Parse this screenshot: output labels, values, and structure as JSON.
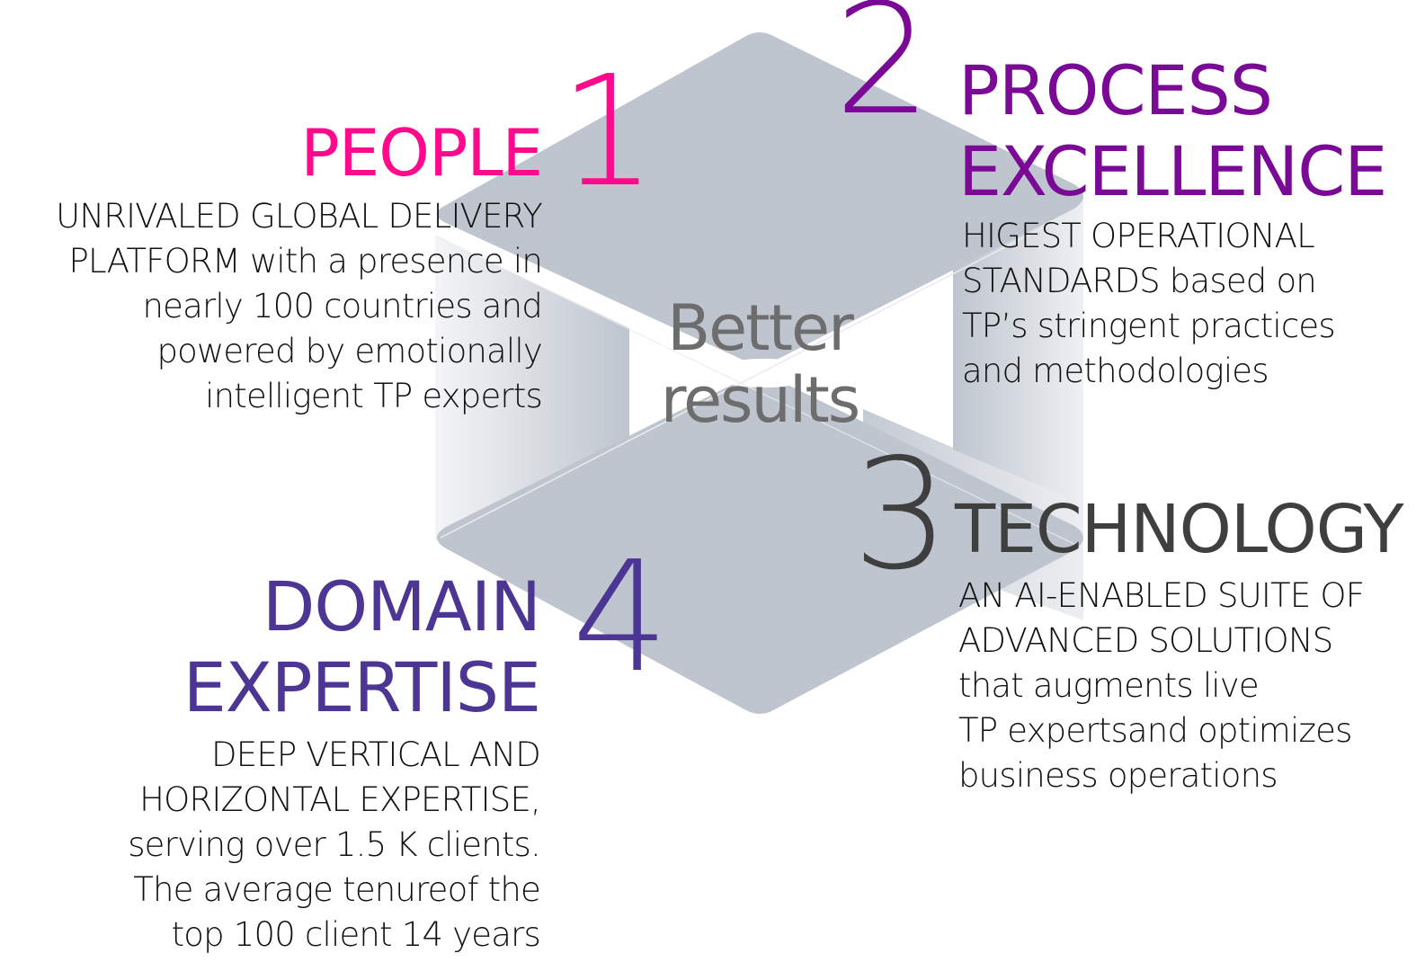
{
  "diagram": {
    "center_label": [
      "Better",
      "results"
    ],
    "colors": {
      "people": "#ff0a8c",
      "process": "#7a0a96",
      "technology": "#3f3f3f",
      "domain": "#4d3594",
      "body_text": "#111111",
      "center_text": "#6d6d6d",
      "shape_fill": "#bec5ce",
      "shape_light": "#eef0f3"
    },
    "sections": [
      {
        "number": "1",
        "title": [
          "PEOPLE"
        ],
        "body": [
          "UNRIVALED  GLOBAL DELIVERY",
          "PLATFORM with a presence in",
          "nearly 100 countries and",
          "powered by emotionally",
          "intelligent TP experts"
        ]
      },
      {
        "number": "2",
        "title": [
          "PROCESS",
          "EXCELLENCE"
        ],
        "body": [
          "HIGEST OPERATIONAL",
          "STANDARDS based on",
          "TP’s stringent practices",
          "and methodologies"
        ]
      },
      {
        "number": "3",
        "title": [
          "TECHNOLOGY"
        ],
        "body": [
          "AN AI-ENABLED SUITE OF",
          "ADVANCED SOLUTIONS",
          "that augments live",
          "TP expertsand optimizes",
          "business operations"
        ]
      },
      {
        "number": "4",
        "title": [
          "DOMAIN",
          "EXPERTISE"
        ],
        "body": [
          "DEEP VERTICAL AND",
          "HORIZONTAL EXPERTISE,",
          "serving over 1.5 K clients.",
          "The average tenureof the",
          "top 100 client 14 years"
        ]
      }
    ]
  }
}
